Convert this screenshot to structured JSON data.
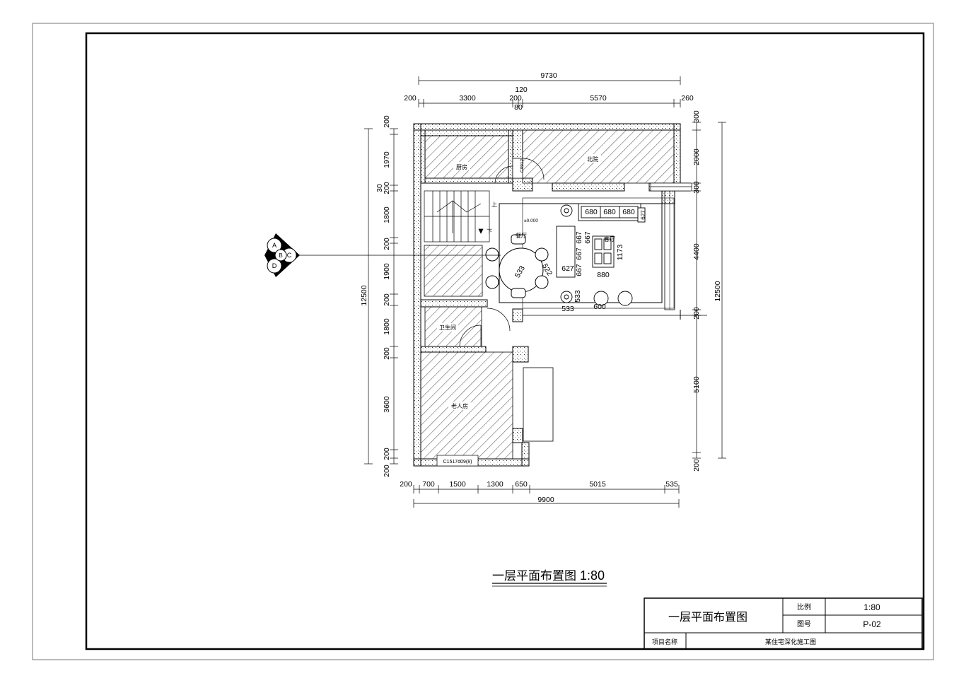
{
  "drawing": {
    "title": "一层平面布置图",
    "scale_label": "1:80"
  },
  "title_block": {
    "drawing_name": "一层平面布置图",
    "scale_label": "比例",
    "scale_value": "1:80",
    "drawing_no_label": "图号",
    "drawing_no": "P-02",
    "project_label": "项目名称",
    "project_name": "某住宅深化施工图"
  },
  "rooms": {
    "kitchen": "厨房",
    "north_yard": "北院",
    "dining": "餐厅",
    "living": "客厅",
    "bathroom": "卫生间",
    "elder_room": "老人房",
    "stair_up": "上",
    "stair_down": "下",
    "level": "±0.000"
  },
  "window_tags": {
    "c0912": "C0912",
    "c1517": "C1517d09(8)"
  },
  "section_marks": [
    "A",
    "B",
    "C",
    "D"
  ],
  "dimensions": {
    "top_total": "9730",
    "top_120": "120",
    "top_200_left": "200",
    "top_3300": "3300",
    "top_200_mid": "200",
    "top_80": "80",
    "top_5570": "5570",
    "top_260": "260",
    "bottom_200": "200",
    "bottom_700": "700",
    "bottom_1500": "1500",
    "bottom_1300": "1300",
    "bottom_650": "650",
    "bottom_5015": "5015",
    "bottom_535": "535",
    "bottom_total": "9900",
    "left_200a": "200",
    "left_1970": "1970",
    "left_30": "30",
    "left_200b": "200",
    "left_1800a": "1800",
    "left_200c": "200",
    "left_1900": "1900",
    "left_200d": "200",
    "left_1800b": "1800",
    "left_200e": "200",
    "left_3600": "3600",
    "left_200f": "200",
    "left_200g": "200",
    "left_total": "12500",
    "right_300a": "300",
    "right_2000": "2000",
    "right_300b": "300",
    "right_4400": "4400",
    "right_200a": "200",
    "right_5100": "5100",
    "right_200b": "200",
    "right_total": "12500"
  },
  "furniture_dims": {
    "sofa_1": "680",
    "sofa_2": "680",
    "sofa_3": "680",
    "sofa_end": "627",
    "armchair_1": "667",
    "armchair_2": "667",
    "armchair_3": "667",
    "armchair_4": "667",
    "armchair_627": "627",
    "table_880": "880",
    "table_1173": "1173",
    "dining_533": "533",
    "dining_522": "522",
    "lamp_533a": "533",
    "lamp_533b": "533",
    "stool_600": "600"
  }
}
